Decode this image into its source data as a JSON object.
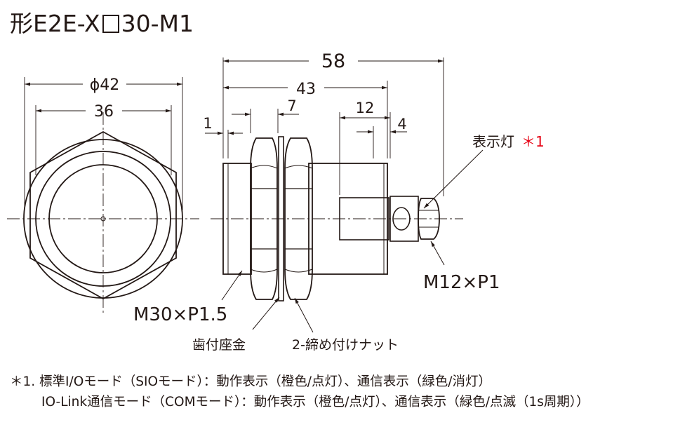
{
  "title": {
    "prefix": "形E2E-X",
    "suffix": "30-M1"
  },
  "front_view": {
    "dim_outer": "ϕ42",
    "dim_inner": "36"
  },
  "side_view": {
    "dim_total": "58",
    "dim_body": "43",
    "dim_1": "1",
    "dim_7": "7",
    "dim_12": "12",
    "dim_4": "4",
    "label_indicator": "表示灯",
    "label_indicator_mark": "＊1",
    "label_connector": "M12×P1",
    "label_thread": "M30×P1.5",
    "label_washer": "歯付座金",
    "label_nut": "2-締め付けナット"
  },
  "notes": {
    "line1": "＊1. 標準I/Oモード（SIOモード）：動作表示（橙色/点灯）、通信表示（緑色/消灯）",
    "line2": "IO-Link通信モード（COMモード）：動作表示（橙色/点灯）、通信表示（緑色/点滅（1s周期））"
  },
  "colors": {
    "line": "#231815",
    "mark": "#e60012"
  }
}
